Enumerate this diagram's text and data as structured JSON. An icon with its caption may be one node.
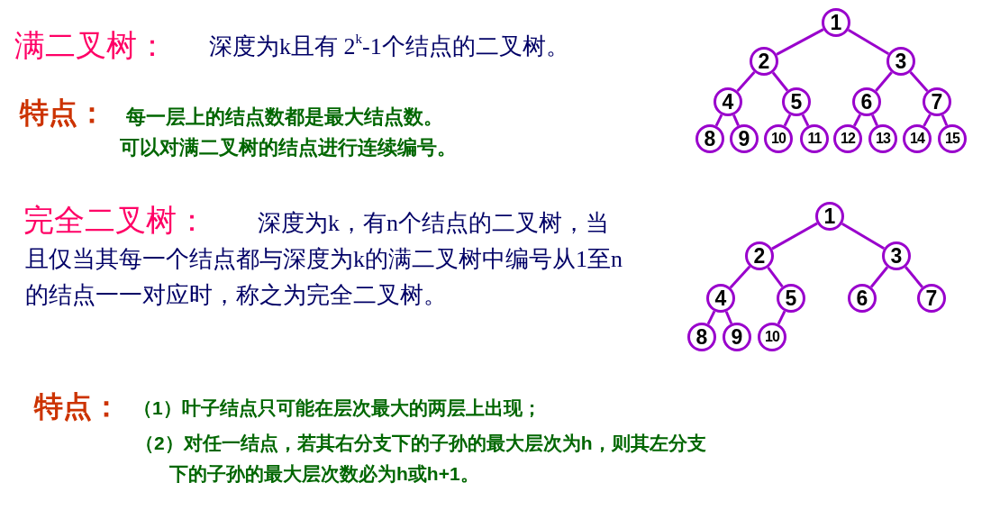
{
  "diagram": {
    "nodes": [
      {
        "text": [
          "1"
        ]
      },
      {
        "text": [
          "2"
        ]
      },
      {
        "text": [
          "3"
        ]
      },
      {
        "text": [
          "4"
        ]
      },
      {
        "text": [
          "5"
        ]
      },
      {
        "text": [
          "6"
        ]
      },
      {
        "text": [
          "7"
        ]
      },
      {
        "text": [
          "8"
        ]
      },
      {
        "text": [
          "9"
        ]
      },
      {
        "text": [
          "10"
        ]
      },
      {
        "text": [
          "11"
        ]
      },
      {
        "text": [
          "12"
        ]
      },
      {
        "text": [
          "13"
        ]
      },
      {
        "text": [
          "14"
        ]
      },
      {
        "text": [
          "15"
        ]
      },
      {
        "text": [
          "1"
        ]
      },
      {
        "text": [
          "2"
        ]
      },
      {
        "text": [
          "3"
        ]
      },
      {
        "text": [
          "4"
        ]
      },
      {
        "text": [
          "5"
        ]
      },
      {
        "text": [
          "6"
        ]
      },
      {
        "text": [
          "7"
        ]
      },
      {
        "text": [
          "8"
        ]
      },
      {
        "text": [
          "9"
        ]
      },
      {
        "text": [
          "10"
        ]
      }
    ],
    "edges": [
      {
        "from": 0,
        "to": 1,
        "arrow": "none"
      },
      {
        "from": 0,
        "to": 2,
        "arrow": "none"
      },
      {
        "from": 1,
        "to": 3,
        "arrow": "none"
      },
      {
        "from": 1,
        "to": 4,
        "arrow": "none"
      },
      {
        "from": 2,
        "to": 5,
        "arrow": "none"
      },
      {
        "from": 2,
        "to": 6,
        "arrow": "none"
      },
      {
        "from": 3,
        "to": 7,
        "arrow": "none"
      },
      {
        "from": 3,
        "to": 8,
        "arrow": "none"
      },
      {
        "from": 4,
        "to": 9,
        "arrow": "none"
      },
      {
        "from": 4,
        "to": 10,
        "arrow": "none"
      },
      {
        "from": 5,
        "to": 11,
        "arrow": "none"
      },
      {
        "from": 5,
        "to": 12,
        "arrow": "none"
      },
      {
        "from": 6,
        "to": 13,
        "arrow": "none"
      },
      {
        "from": 6,
        "to": 14,
        "arrow": "none"
      },
      {
        "from": 15,
        "to": 16,
        "arrow": "none"
      },
      {
        "from": 15,
        "to": 17,
        "arrow": "none"
      },
      {
        "from": 16,
        "to": 18,
        "arrow": "none"
      },
      {
        "from": 16,
        "to": 19,
        "arrow": "none"
      },
      {
        "from": 17,
        "to": 20,
        "arrow": "none"
      },
      {
        "from": 17,
        "to": 21,
        "arrow": "none"
      },
      {
        "from": 18,
        "to": 22,
        "arrow": "none"
      },
      {
        "from": 18,
        "to": 23,
        "arrow": "none"
      },
      {
        "from": 19,
        "to": 24,
        "arrow": "none"
      }
    ],
    "labels": [
      "满二叉树：",
      "深度为k且有 2$^{k}$-1个结点的二叉树。",
      "特点：",
      "每一层上的结点数都是最大结点数。",
      "可以对满二叉树的结点进行连续编号。",
      "完全二叉树：",
      "深度为k，有n个结点的二叉树，当且仅当其每一个结点都与深度为k的满二叉树中编号从1至n 的结点一一对应时，称之为完全二叉树。",
      "特点：",
      "（1）叶子结点只可能在层次最大的两层上出现；",
      "（2）对任一结点，若其右分支下的子孙的最大层次为h，则其左分支下的子孙的最大层次数必为h或h+1。"
    ]
  }
}
